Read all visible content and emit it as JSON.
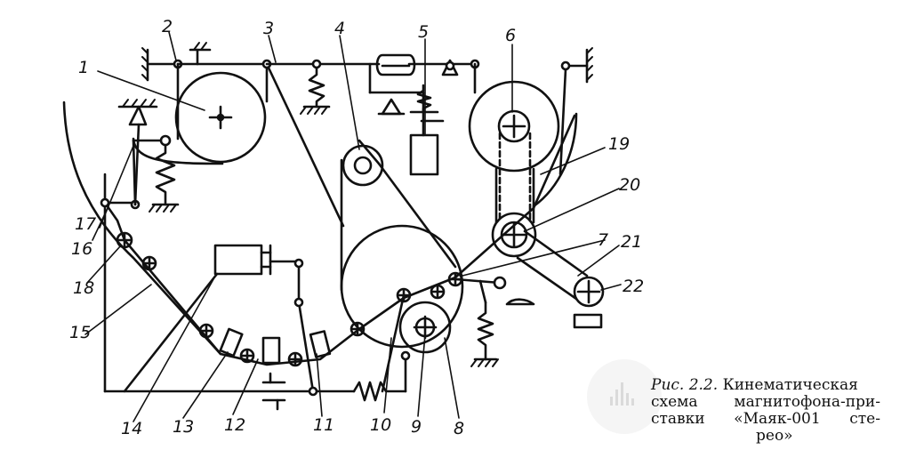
{
  "diagram": {
    "labels": {
      "l1": "1",
      "l2": "2",
      "l3": "3",
      "l4": "4",
      "l5": "5",
      "l6": "6",
      "l7": "7",
      "l8": "8",
      "l9": "9",
      "l10": "10",
      "l11": "11",
      "l12": "12",
      "l13": "13",
      "l14": "14",
      "l15": "15",
      "l16": "16",
      "l17": "17",
      "l18": "18",
      "l19": "19",
      "l20": "20",
      "l21": "21",
      "l22": "22"
    }
  },
  "caption": {
    "prefix": "Рис. 2.2.",
    "line1": "Кинематическая",
    "line2": "схема магнитофона-при-",
    "line3": "ставки «Маяк-001 сте-",
    "line4": "рео»"
  }
}
